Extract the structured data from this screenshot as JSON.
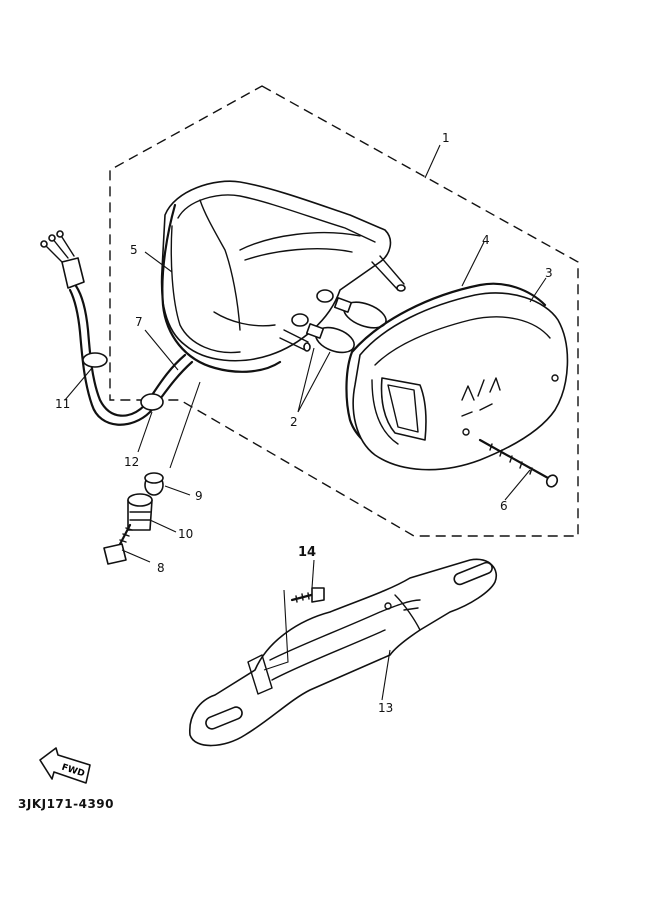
{
  "diagram_code": "3JKJ171-4390",
  "fwd_label": "FWD",
  "callouts": {
    "c1": "1",
    "c2": "2",
    "c3": "3",
    "c4": "4",
    "c5": "5",
    "c6": "6",
    "c7": "7",
    "c8": "8",
    "c9": "9",
    "c10": "10",
    "c11": "11",
    "c12": "12",
    "c13": "13",
    "c14": "14"
  },
  "colors": {
    "ink": "#111111",
    "paper": "#ffffff"
  }
}
